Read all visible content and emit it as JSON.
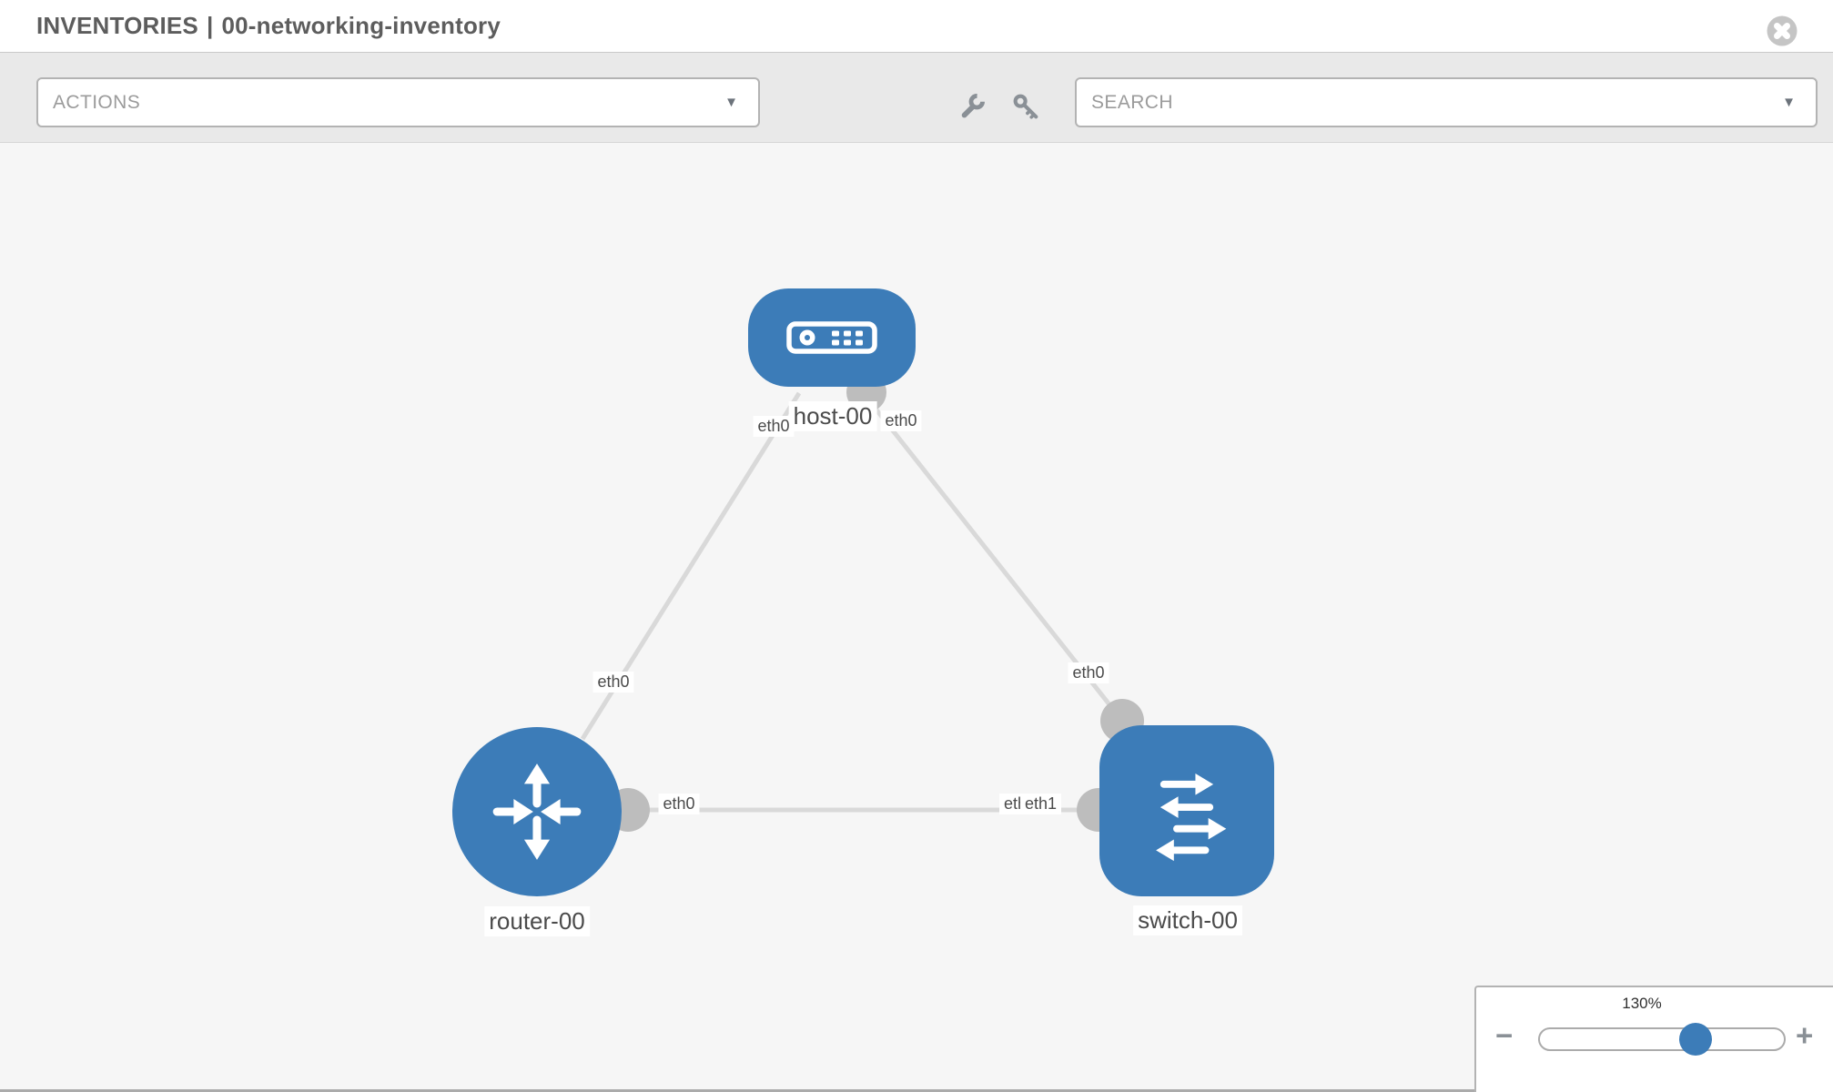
{
  "header": {
    "title": {
      "section": "INVENTORIES",
      "separator": "|",
      "name": "00-networking-inventory"
    },
    "close_icon": "x-circle"
  },
  "toolbar": {
    "actions": {
      "label": "ACTIONS"
    },
    "search": {
      "placeholder": "SEARCH"
    },
    "icons": [
      "wrench",
      "key"
    ]
  },
  "glyphs": {
    "caret_down": "▼"
  },
  "diagram": {
    "nodes": [
      {
        "id": "host-00",
        "label": "host-00",
        "type": "host",
        "icon": "server-icon"
      },
      {
        "id": "router-00",
        "label": "router-00",
        "type": "router",
        "icon": "router-arrows-icon"
      },
      {
        "id": "switch-00",
        "label": "switch-00",
        "type": "switch",
        "icon": "switch-arrows-icon"
      }
    ],
    "links": [
      {
        "id": "host-router",
        "from": "host-00",
        "to": "router-00",
        "labels": {
          "from_if": "eth0",
          "to_if": "eth0"
        }
      },
      {
        "id": "host-switch",
        "from": "host-00",
        "to": "switch-00",
        "labels": {
          "from_if": "eth0",
          "to_if": "eth0"
        }
      },
      {
        "id": "router-switch",
        "from": "router-00",
        "to": "switch-00",
        "labels": {
          "from_if": "eth0",
          "to_if": "eth1",
          "to_if_occluded": "eth0"
        }
      }
    ]
  },
  "zoom": {
    "level": "130%",
    "percent": 130,
    "zoom_out": "−",
    "zoom_in": "+"
  },
  "colors": {
    "node": "#3c7cb8",
    "link": "#d9d9d9",
    "connector": "#bdbdbd",
    "thumb": "#3c7cb8"
  }
}
